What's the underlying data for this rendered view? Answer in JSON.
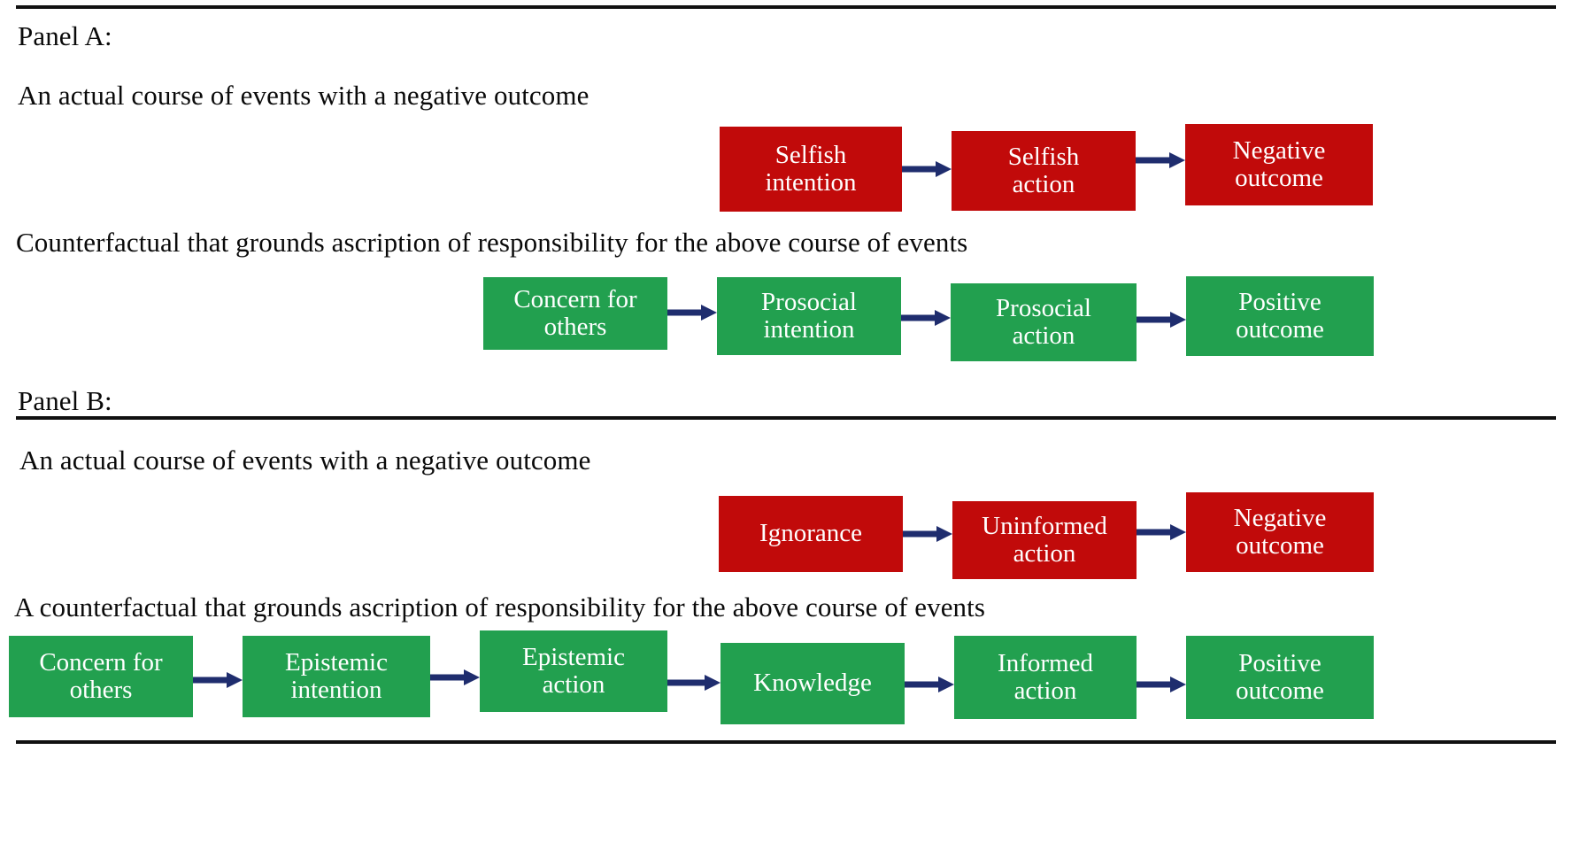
{
  "figure": {
    "rules": [
      "top-rule",
      "middle-rule",
      "bottom-rule"
    ]
  },
  "panel_a": {
    "label": "Panel A:",
    "actual_caption": "An actual course of events with a negative outcome",
    "counterfactual_caption": "Counterfactual that grounds ascription of responsibility for the above course of events",
    "actual_chain": [
      {
        "label": "Selfish\nintention",
        "color": "#C10A0A"
      },
      {
        "label": "Selfish\naction",
        "color": "#C10A0A"
      },
      {
        "label": "Negative\noutcome",
        "color": "#C10A0A"
      }
    ],
    "counterfactual_chain": [
      {
        "label": "Concern for\nothers",
        "color": "#22A04F"
      },
      {
        "label": "Prosocial\nintention",
        "color": "#22A04F"
      },
      {
        "label": "Prosocial\naction",
        "color": "#22A04F"
      },
      {
        "label": "Positive\noutcome",
        "color": "#22A04F"
      }
    ]
  },
  "panel_b": {
    "label": "Panel B:",
    "actual_caption": "An actual course of events with a negative outcome",
    "counterfactual_caption": "A counterfactual that grounds ascription of responsibility for the above course of events",
    "actual_chain": [
      {
        "label": "Ignorance",
        "color": "#C10A0A"
      },
      {
        "label": "Uninformed\naction",
        "color": "#C10A0A"
      },
      {
        "label": "Negative\noutcome",
        "color": "#C10A0A"
      }
    ],
    "counterfactual_chain": [
      {
        "label": "Concern for\nothers",
        "color": "#22A04F"
      },
      {
        "label": "Epistemic\nintention",
        "color": "#22A04F"
      },
      {
        "label": "Epistemic\naction",
        "color": "#22A04F"
      },
      {
        "label": "Knowledge",
        "color": "#22A04F"
      },
      {
        "label": "Informed\naction",
        "color": "#22A04F"
      },
      {
        "label": "Positive\noutcome",
        "color": "#22A04F"
      }
    ]
  },
  "colors": {
    "negative": "#C10A0A",
    "positive": "#22A04F",
    "arrow": "#1F2D6E",
    "rule": "#111111",
    "background": "#FFFFFF",
    "text": "#0A0A0A",
    "node_text": "#FFFFFF"
  }
}
